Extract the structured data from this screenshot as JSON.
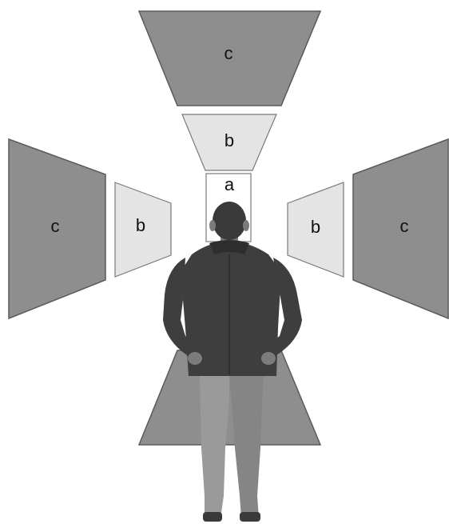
{
  "labels": {
    "top_c": "c",
    "top_b": "b",
    "center_a": "a",
    "left_c": "c",
    "left_b": "b",
    "right_b": "b",
    "right_c": "c"
  },
  "colors": {
    "panel_c": "#8e8e8e",
    "panel_b": "#e4e4e4",
    "panel_a": "#ffffff",
    "figure": "#3e3e3e"
  }
}
